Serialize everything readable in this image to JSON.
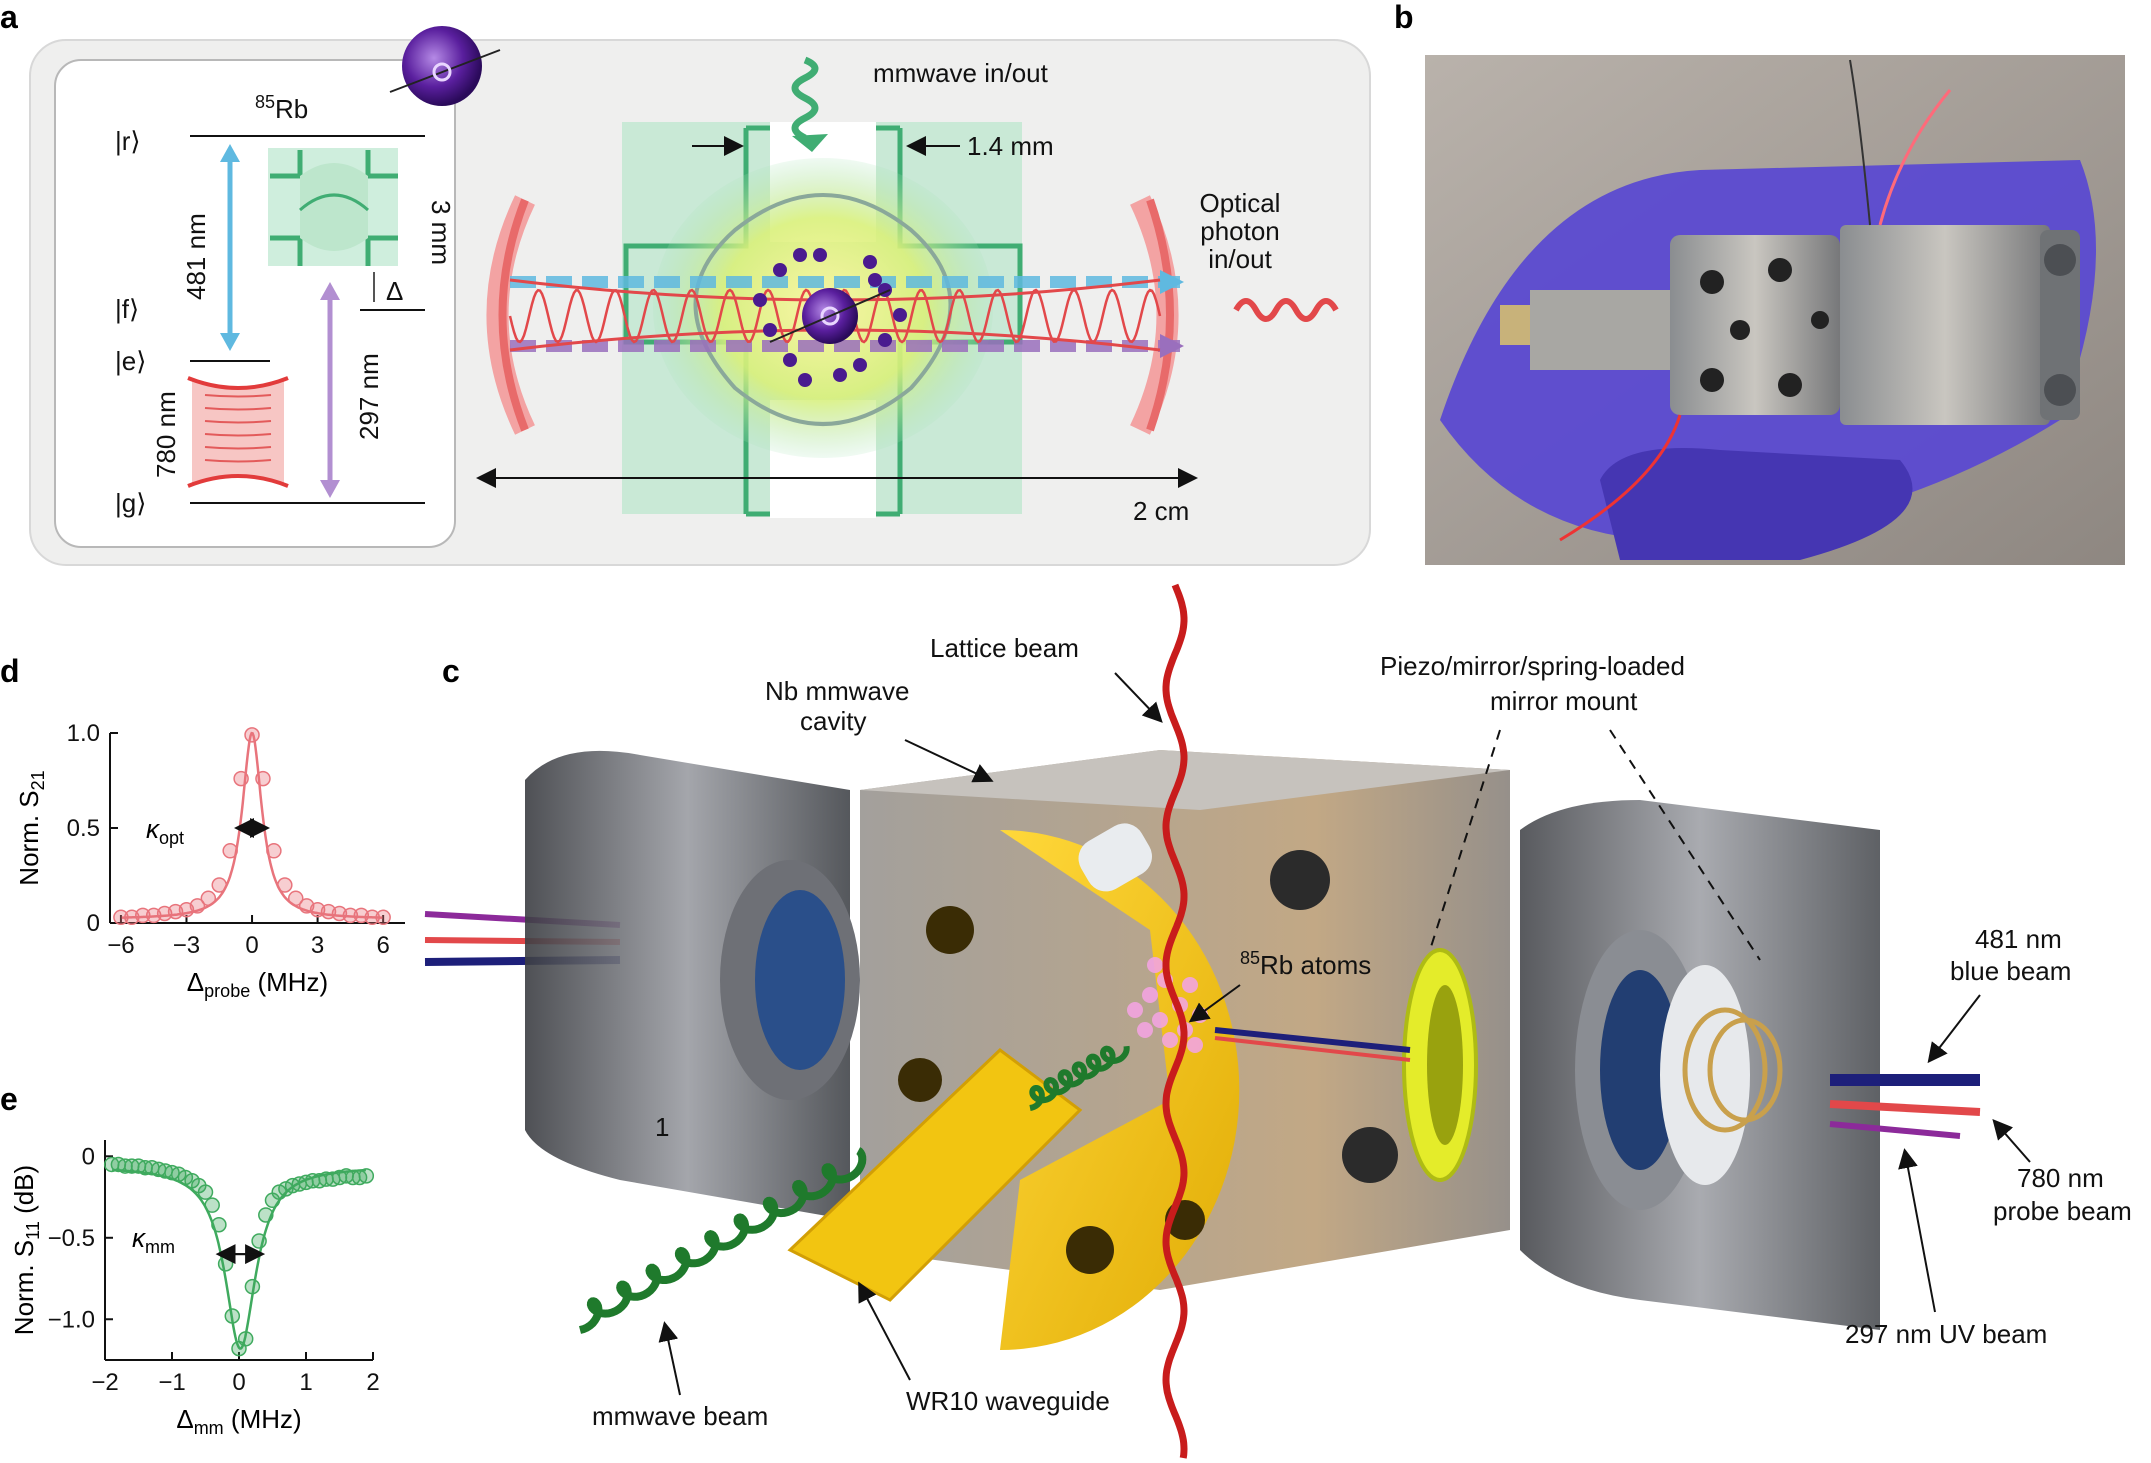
{
  "panel_labels": {
    "a": "a",
    "b": "b",
    "c": "c",
    "d": "d",
    "e": "e"
  },
  "panel_a": {
    "isotope_sup": "85",
    "isotope": "Rb",
    "state_r": "|r⟩",
    "state_f": "|f⟩",
    "state_e": "|e⟩",
    "state_g": "|g⟩",
    "wl_481": "481 nm",
    "wl_780": "780 nm",
    "wl_297": "297 nm",
    "cavity_size": "3 mm",
    "detuning": "Δ",
    "mmwave": "mmwave in/out",
    "gap": "1.4 mm",
    "optical_1": "Optical",
    "optical_2": "photon",
    "optical_3": "in/out",
    "length": "2 cm"
  },
  "panel_c": {
    "lattice": "Lattice beam",
    "nb_1": "Nb mmwave",
    "nb_2": "cavity",
    "piezo_1": "Piezo/mirror/spring-loaded",
    "piezo_2": "mirror mount",
    "atoms_sup": "85",
    "atoms": "Rb atoms",
    "blue_1": "481 nm",
    "blue_2": "blue beam",
    "probe_1": "780 nm",
    "probe_2": "probe beam",
    "uv": "297 nm UV beam",
    "waveguide": "WR10 waveguide",
    "mmbeam": "mmwave beam",
    "part_num": "1"
  },
  "chart_data": [
    {
      "type": "scatter",
      "panel": "d",
      "x": [
        -6,
        -5.5,
        -5,
        -4.5,
        -4,
        -3.5,
        -3,
        -2.5,
        -2,
        -1.5,
        -1,
        -0.5,
        0,
        0.5,
        1,
        1.5,
        2,
        2.5,
        3,
        3.5,
        4,
        4.5,
        5,
        5.5,
        6
      ],
      "y": [
        0.03,
        0.03,
        0.04,
        0.04,
        0.05,
        0.06,
        0.07,
        0.09,
        0.13,
        0.2,
        0.38,
        0.76,
        0.99,
        0.76,
        0.38,
        0.2,
        0.13,
        0.09,
        0.07,
        0.06,
        0.05,
        0.04,
        0.04,
        0.03,
        0.03
      ],
      "xlim": [
        -6.5,
        7
      ],
      "ylim": [
        0,
        1
      ],
      "xticks": [
        -6,
        -3,
        0,
        3,
        6
      ],
      "yticks": [
        0,
        0.5,
        1.0
      ],
      "xtick_labels": [
        "−6",
        "−3",
        "0",
        "3",
        "6"
      ],
      "ytick_labels": [
        "0",
        "0.5",
        "1.0"
      ],
      "xlabel": "Δ",
      "xlabel_sub": "probe",
      "xlabel_unit": " (MHz)",
      "ylabel": "Norm. S",
      "ylabel_sub": "21",
      "annotation": "κ",
      "annotation_sub": "opt",
      "color": "#e8747c",
      "fit_center": 0,
      "fit_halfwidth": 0.55
    },
    {
      "type": "scatter",
      "panel": "e",
      "x": [
        -1.9,
        -1.8,
        -1.7,
        -1.6,
        -1.5,
        -1.4,
        -1.3,
        -1.2,
        -1.1,
        -1.0,
        -0.9,
        -0.8,
        -0.7,
        -0.6,
        -0.5,
        -0.4,
        -0.3,
        -0.2,
        -0.1,
        0,
        0.1,
        0.2,
        0.3,
        0.4,
        0.5,
        0.6,
        0.7,
        0.8,
        0.9,
        1.0,
        1.1,
        1.2,
        1.3,
        1.4,
        1.5,
        1.6,
        1.7,
        1.8,
        1.9
      ],
      "y": [
        -0.05,
        -0.05,
        -0.06,
        -0.06,
        -0.06,
        -0.07,
        -0.07,
        -0.08,
        -0.09,
        -0.1,
        -0.11,
        -0.13,
        -0.15,
        -0.18,
        -0.22,
        -0.3,
        -0.42,
        -0.66,
        -0.98,
        -1.18,
        -1.12,
        -0.8,
        -0.52,
        -0.36,
        -0.27,
        -0.22,
        -0.2,
        -0.18,
        -0.17,
        -0.16,
        -0.15,
        -0.15,
        -0.14,
        -0.14,
        -0.13,
        -0.12,
        -0.13,
        -0.13,
        -0.12
      ],
      "xlim": [
        -2,
        2
      ],
      "ylim": [
        -1.25,
        0.1
      ],
      "xticks": [
        -2,
        -1,
        0,
        1,
        2
      ],
      "yticks": [
        0,
        -0.5,
        -1.0
      ],
      "xtick_labels": [
        "−2",
        "−1",
        "0",
        "1",
        "2"
      ],
      "ytick_labels": [
        "0",
        "−0.5",
        "−1.0"
      ],
      "xlabel": "Δ",
      "xlabel_sub": "mm",
      "xlabel_unit": " (MHz)",
      "ylabel": "Norm. S",
      "ylabel_sub": "11",
      "ylabel_unit": " (dB)",
      "annotation": "κ",
      "annotation_sub": "mm",
      "color": "#3faa5e",
      "fit_center": 0.02,
      "fit_halfwidth": 0.28
    }
  ],
  "colors": {
    "blue_beam": "#5fb9e0",
    "purple_beam": "#9a6fbd",
    "red_beam": "#e2484a",
    "green_cavity": "#40ad73",
    "gold": "#f2c511",
    "yellow_ring": "#e4ec2a"
  }
}
